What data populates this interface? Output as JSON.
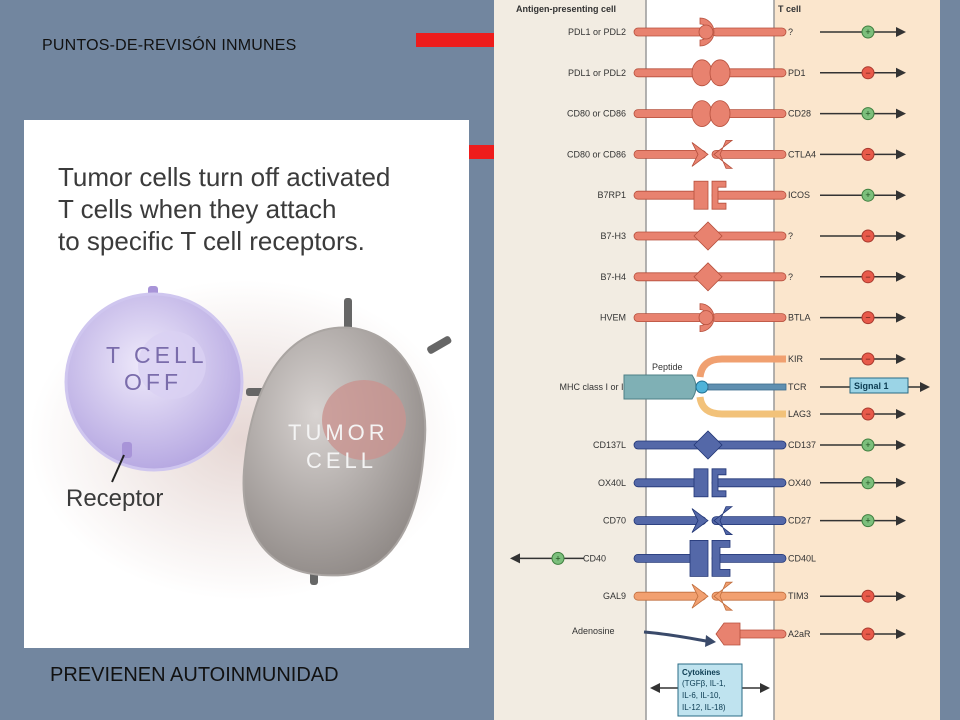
{
  "slide": {
    "title": "PUNTOS-DE-REVISÓN INMUNES",
    "footer": "PREVIENEN AUTOINMUNIDAD"
  },
  "illustration": {
    "caption_lines": [
      "Tumor cells turn off activated",
      "T cells when they attach",
      "to specific T cell receptors."
    ],
    "tcell_lines": [
      "T CELL",
      "OFF"
    ],
    "tumor_lines": [
      "TUMOR",
      "CELL"
    ],
    "receptor_label": "Receptor"
  },
  "diagram": {
    "header_left": "Antigen-presenting cell",
    "header_right": "T cell",
    "peptide_label": "Peptide",
    "adenosine_label": "Adenosine",
    "signal_label": "Signal 1",
    "cytokines_lines": [
      "Cytokines",
      "(TGFβ, IL-1,",
      "IL-6, IL-10,",
      "IL-12, IL-18)"
    ],
    "rows": [
      {
        "left": "PDL1 or PDL2",
        "right": "?",
        "signal": "+",
        "color": "#e8826f",
        "shape": "cup"
      },
      {
        "left": "PDL1 or PDL2",
        "right": "PD1",
        "signal": "−",
        "color": "#e8826f",
        "shape": "ball"
      },
      {
        "left": "CD80 or CD86",
        "right": "CD28",
        "signal": "+",
        "color": "#e8826f",
        "shape": "ball"
      },
      {
        "left": "CD80 or CD86",
        "right": "CTLA4",
        "signal": "−",
        "color": "#e8826f",
        "shape": "fork"
      },
      {
        "left": "B7RP1",
        "right": "ICOS",
        "signal": "+",
        "color": "#e8826f",
        "shape": "bracket"
      },
      {
        "left": "B7-H3",
        "right": "?",
        "signal": "−",
        "color": "#e8826f",
        "shape": "diamond"
      },
      {
        "left": "B7-H4",
        "right": "?",
        "signal": "−",
        "color": "#e8826f",
        "shape": "diamond"
      },
      {
        "left": "HVEM",
        "right": "BTLA",
        "signal": "−",
        "color": "#e8826f",
        "shape": "cup"
      },
      {
        "left": "",
        "right": "KIR",
        "signal": "−",
        "color": "#f0a070",
        "shape": "none"
      },
      {
        "left": "MHC class I or II",
        "right": "TCR",
        "signal": "signal1",
        "color": "#7fb0b5",
        "shape": "mhc"
      },
      {
        "left": "",
        "right": "LAG3",
        "signal": "−",
        "color": "#f2c27a",
        "shape": "none"
      },
      {
        "left": "CD137L",
        "right": "CD137",
        "signal": "+",
        "color": "#5468a8",
        "shape": "diamond"
      },
      {
        "left": "OX40L",
        "right": "OX40",
        "signal": "+",
        "color": "#5468a8",
        "shape": "bracket"
      },
      {
        "left": "CD70",
        "right": "CD27",
        "signal": "+",
        "color": "#5468a8",
        "shape": "fork"
      },
      {
        "left": "CD40",
        "right": "CD40L",
        "signal": "+left",
        "color": "#5468a8",
        "shape": "bigbracket"
      },
      {
        "left": "GAL9",
        "right": "TIM3",
        "signal": "−",
        "color": "#f2a070",
        "shape": "fork"
      },
      {
        "left": "",
        "right": "A2aR",
        "signal": "−",
        "color": "#e8826f",
        "shape": "pentagon"
      }
    ]
  },
  "colors": {
    "slide_bg": "#72869f",
    "arrow_red": "#ee1c1c",
    "positive_signal": "#7cbf7c",
    "negative_signal": "#e85a4a",
    "apc_side": "#f2ece2",
    "tcell_side": "#fbe6cd"
  }
}
